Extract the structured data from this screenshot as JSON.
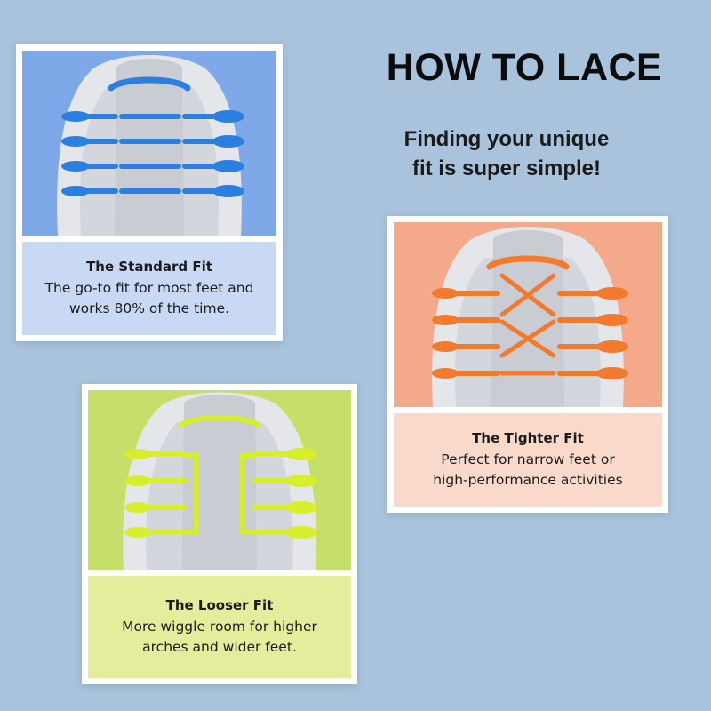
{
  "header": {
    "title": "HOW TO LACE",
    "subtitle_line1": "Finding your unique",
    "subtitle_line2": "fit is super simple!"
  },
  "cards": [
    {
      "title": "The Standard Fit",
      "line1": "The go-to fit for most feet and",
      "line2": "works 80% of the time.",
      "lace_color": "#2b7fe0",
      "photo_bg": "#7fa8e8",
      "caption_bg": "#c9d9f4"
    },
    {
      "title": "The Tighter Fit",
      "line1": "Perfect for narrow feet or",
      "line2": "high-performance activities",
      "lace_color": "#f27a2c",
      "photo_bg": "#f4a98a",
      "caption_bg": "#f8d9ca"
    },
    {
      "title": "The Looser Fit",
      "line1": "More wiggle room for higher",
      "line2": "arches and wider feet.",
      "lace_color": "#d7ee2a",
      "photo_bg": "#c6df6a",
      "caption_bg": "#e3ed9c"
    }
  ]
}
